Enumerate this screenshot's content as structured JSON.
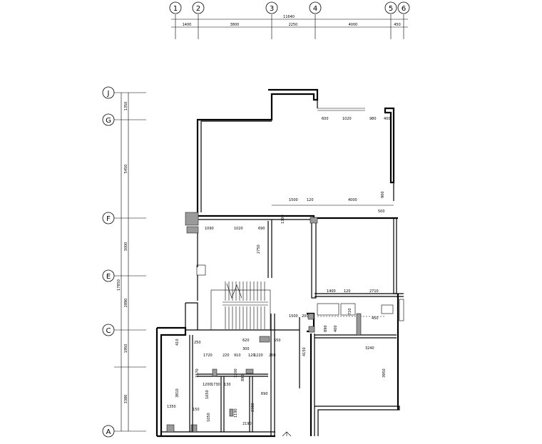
{
  "grid_top": {
    "bubbles": [
      "1",
      "2",
      "3",
      "4",
      "5",
      "6"
    ],
    "overall": "11640",
    "segments": [
      "1400",
      "3800",
      "2250",
      "4000",
      "450"
    ]
  },
  "grid_left": {
    "bubbles": [
      "J",
      "G",
      "F",
      "E",
      "C",
      "A"
    ],
    "overall": "17850",
    "segments": [
      "1350",
      "5450",
      "3000",
      "2890",
      "1950",
      "3380"
    ]
  },
  "room_dims": [
    "600",
    "1020",
    "980",
    "400",
    "1500",
    "120",
    "4000",
    "900",
    "500",
    "1090",
    "1020",
    "690",
    "1300",
    "2750",
    "1400",
    "120",
    "2710",
    "1500",
    "200",
    "450",
    "720",
    "890",
    "400",
    "3240",
    "250",
    "410",
    "1720",
    "220",
    "910",
    "300",
    "120",
    "1220",
    "200",
    "620",
    "550",
    "1570",
    "1200",
    "1730",
    "130",
    "1200",
    "890",
    "4150",
    "3950",
    "1350",
    "3810",
    "1650",
    "150",
    "1050",
    "1190",
    "2190",
    "2380",
    "690"
  ]
}
